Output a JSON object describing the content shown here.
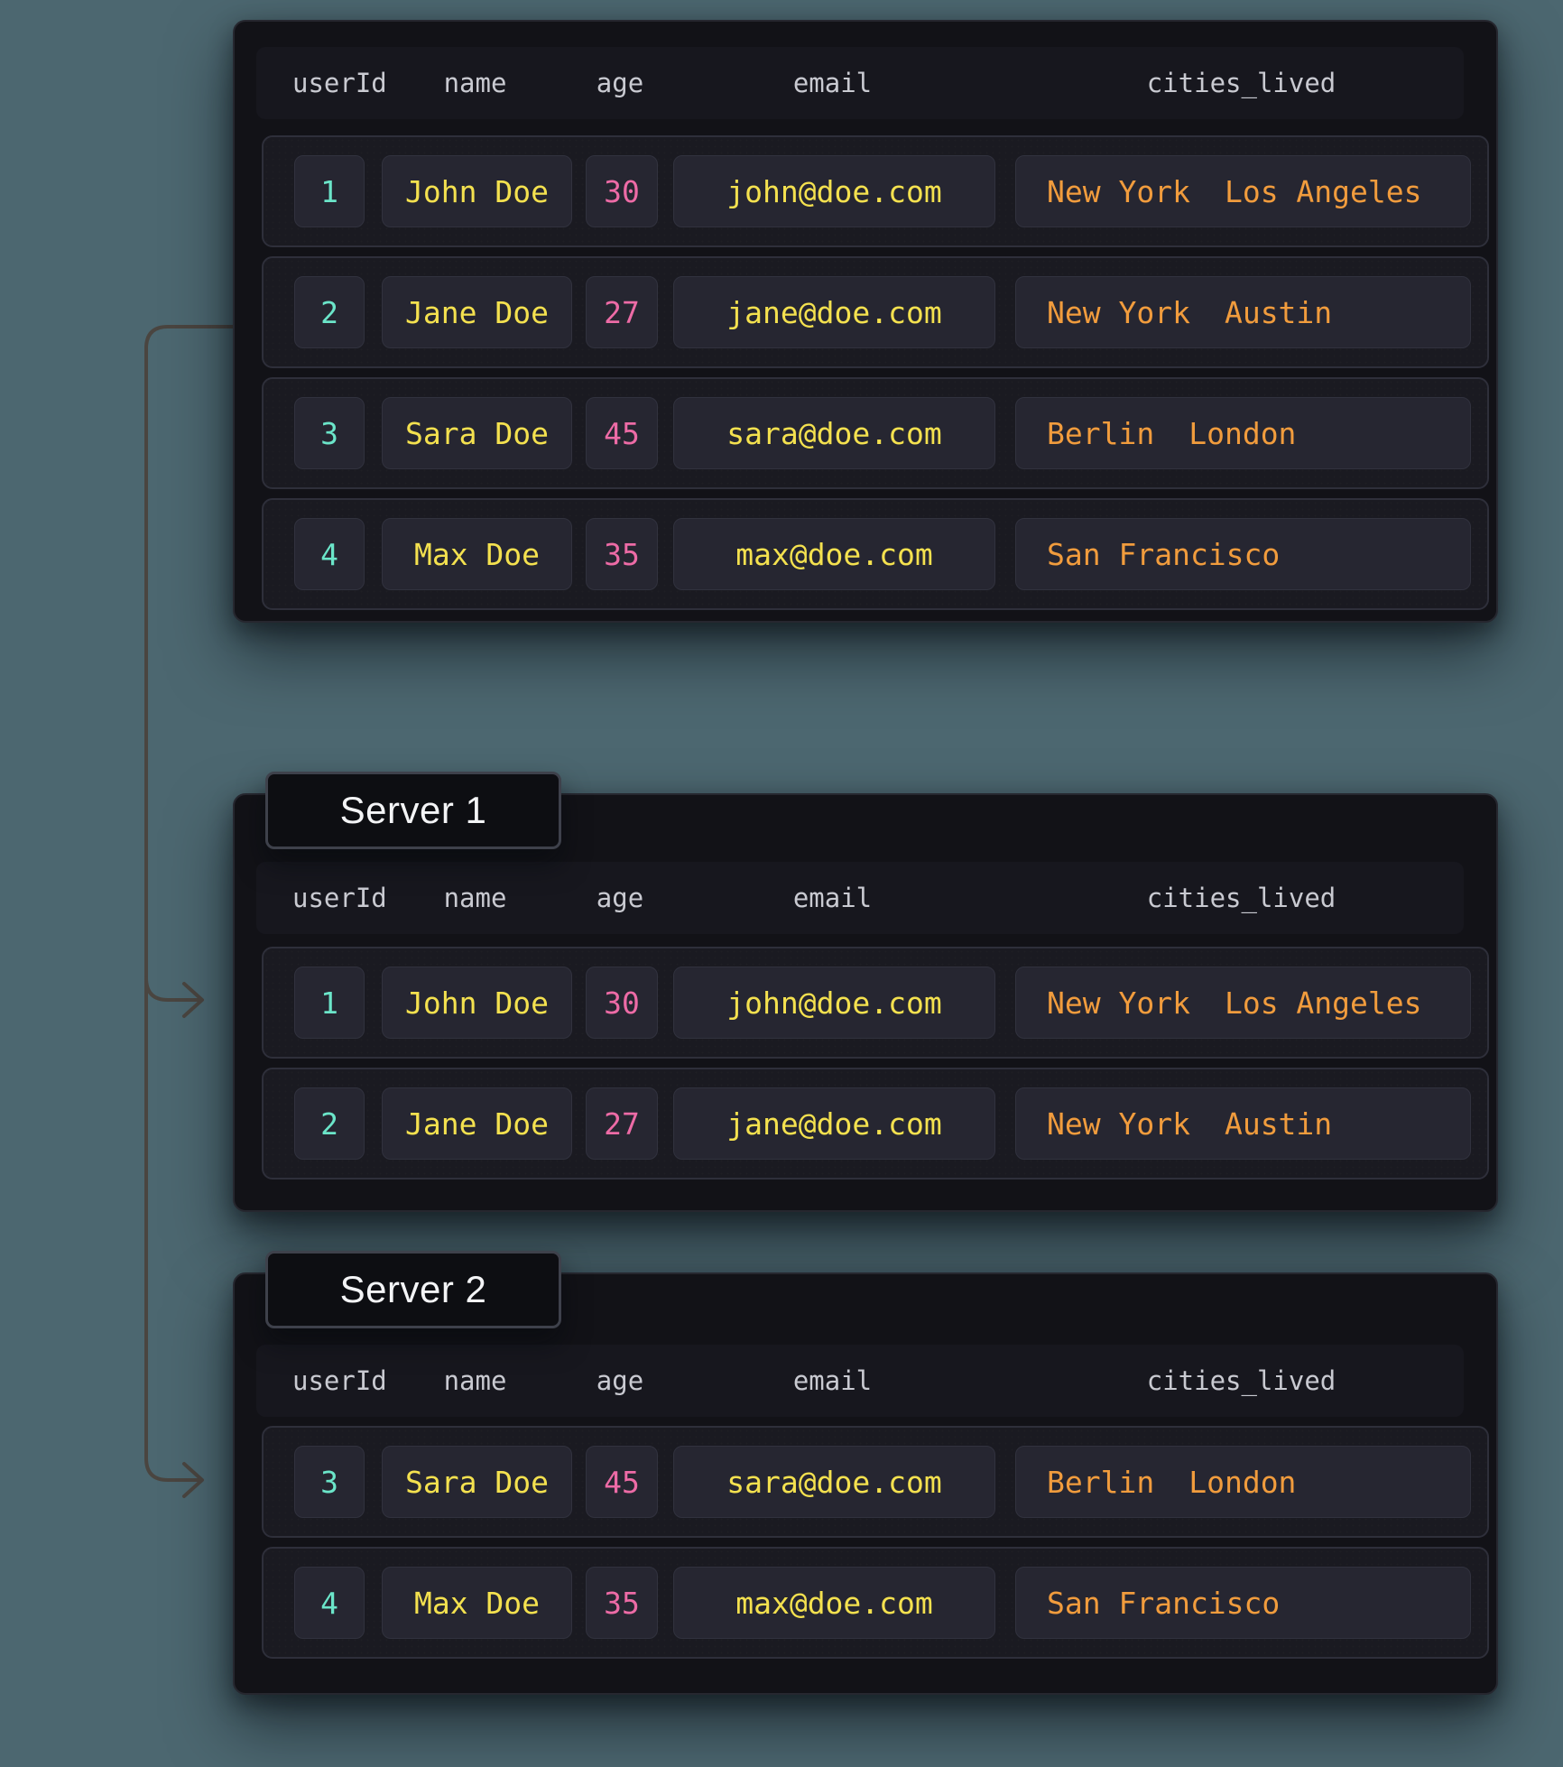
{
  "page": {
    "background": "#4C6770"
  },
  "colors": {
    "page_bg": "#4C6770",
    "panel_bg": "#121217",
    "panel_border": "#26272F",
    "header_bg": "#17171E",
    "header_text": "#C9CAD1",
    "row_bg": "#1A1A21",
    "row_border": "#2E2F3A",
    "cell_bg": "#262631",
    "cell_border": "#31323E",
    "id_text": "#6BE5C9",
    "name_text": "#F4E14F",
    "age_text": "#ED6BA6",
    "email_text": "#F4E14F",
    "cities_text": "#F19C3D",
    "tab_bg": "#0D0E12",
    "tab_border": "#3E414B",
    "tab_text": "#F3F4F6",
    "connector_line": "#4A4540"
  },
  "table": {
    "columns": [
      "userId",
      "name",
      "age",
      "email",
      "cities_lived"
    ]
  },
  "main_table": {
    "rows": [
      {
        "userId": "1",
        "name": "John Doe",
        "age": "30",
        "email": "john@doe.com",
        "cities": [
          "New York",
          "Los Angeles"
        ]
      },
      {
        "userId": "2",
        "name": "Jane Doe",
        "age": "27",
        "email": "jane@doe.com",
        "cities": [
          "New York",
          "Austin"
        ]
      },
      {
        "userId": "3",
        "name": "Sara Doe",
        "age": "45",
        "email": "sara@doe.com",
        "cities": [
          "Berlin",
          "London"
        ]
      },
      {
        "userId": "4",
        "name": "Max Doe",
        "age": "35",
        "email": "max@doe.com",
        "cities": [
          "San Francisco"
        ]
      }
    ]
  },
  "server1": {
    "label": "Server 1",
    "rows": [
      {
        "userId": "1",
        "name": "John Doe",
        "age": "30",
        "email": "john@doe.com",
        "cities": [
          "New York",
          "Los Angeles"
        ]
      },
      {
        "userId": "2",
        "name": "Jane Doe",
        "age": "27",
        "email": "jane@doe.com",
        "cities": [
          "New York",
          "Austin"
        ]
      }
    ]
  },
  "server2": {
    "label": "Server 2",
    "rows": [
      {
        "userId": "3",
        "name": "Sara Doe",
        "age": "45",
        "email": "sara@doe.com",
        "cities": [
          "Berlin",
          "London"
        ]
      },
      {
        "userId": "4",
        "name": "Max Doe",
        "age": "35",
        "email": "max@doe.com",
        "cities": [
          "San Francisco"
        ]
      }
    ]
  }
}
